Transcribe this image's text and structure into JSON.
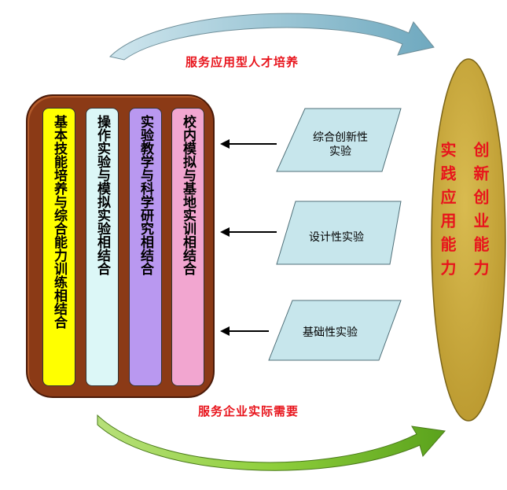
{
  "diagram": {
    "top_caption": "服务应用型人才培养",
    "bottom_caption": "服务企业实际需要",
    "columns": [
      {
        "text": "基本技能培养与综合能力训练相结合",
        "color": "#ffff00"
      },
      {
        "text": "操作实验与模拟实验相结合",
        "color": "#dcf7f7"
      },
      {
        "text": "实验教学与科学研究相结合",
        "color": "#b998f0"
      },
      {
        "text": "校内模拟与基地实训相结合",
        "color": "#f2a6d0"
      }
    ],
    "experiments": [
      {
        "line1": "综合创新性",
        "line2": "实验"
      },
      {
        "line1": "设计性实验",
        "line2": ""
      },
      {
        "line1": "基础性实验",
        "line2": ""
      }
    ],
    "ellipse": {
      "left_text": "实践应用能力",
      "right_text": "创新创业能力",
      "fill": "#c7a63a"
    },
    "colors": {
      "caption_red": "#e8141c",
      "panel_brown": "#8b3a16",
      "parallelogram_fill": "#c7e6ec",
      "top_arrow": "#a9cfdc",
      "bottom_arrow": "#8fcf3c"
    }
  }
}
